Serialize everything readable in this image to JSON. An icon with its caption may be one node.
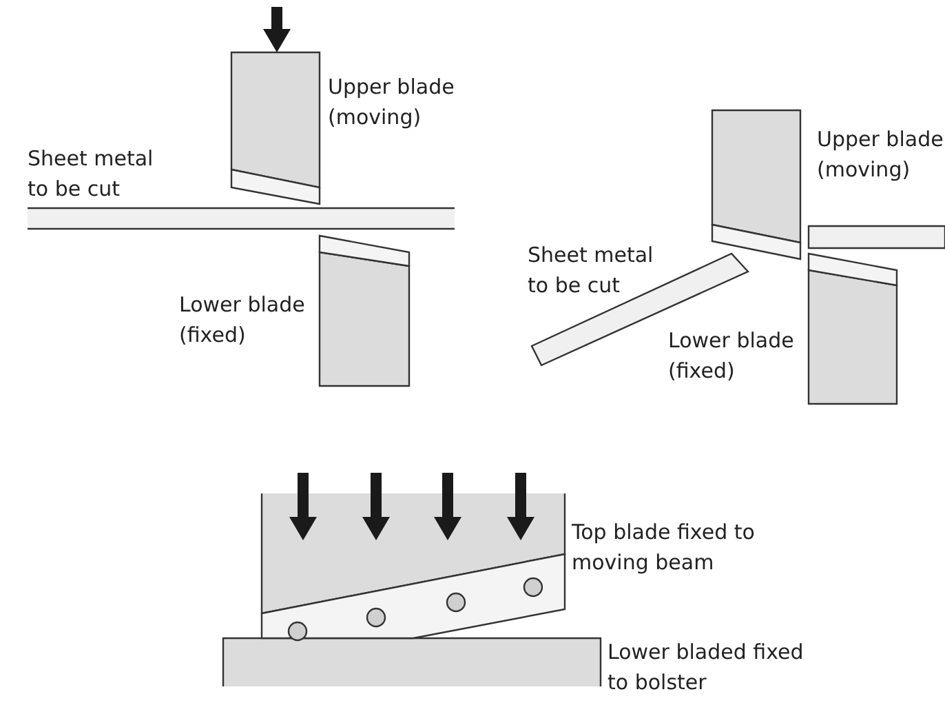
{
  "diagram": {
    "labels": [
      "Upper blade (moving)",
      "Upper blade (moving)",
      "Sheet metal to be cut",
      "Sheet metal to be cut",
      "Lower blade (fixed)",
      "Lower blade (fixed)",
      "Top blade fixed to moving beam",
      "Lower bladed fixed to bolster"
    ]
  }
}
